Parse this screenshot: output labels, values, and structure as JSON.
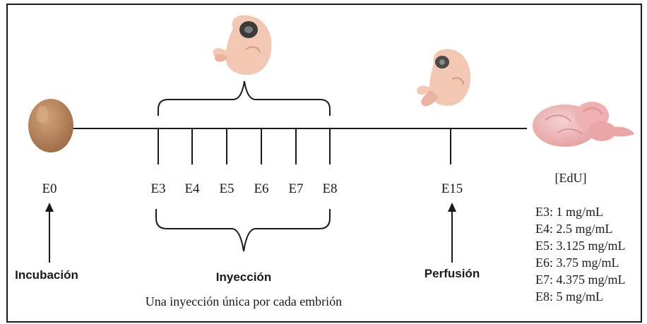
{
  "timeline": {
    "start_label": "E0",
    "injection_labels": [
      "E3",
      "E4",
      "E5",
      "E6",
      "E7",
      "E8"
    ],
    "end_label": "E15"
  },
  "stages": {
    "incubation": "Incubación",
    "injection": "Inyección",
    "injection_note": "Una inyección única por cada embrión",
    "perfusion": "Perfusión"
  },
  "edu": {
    "title": "[EdU]",
    "concentrations": [
      "E3: 1 mg/mL",
      "E4: 2.5 mg/mL",
      "E5: 3.125 mg/mL",
      "E6: 3.75 mg/mL",
      "E7: 4.375 mg/mL",
      "E8: 5 mg/mL"
    ]
  },
  "colors": {
    "egg": "#b5835a",
    "embryo": "#f2c7b3",
    "brain": "#f0b7b7",
    "line": "#1a1a1a"
  }
}
